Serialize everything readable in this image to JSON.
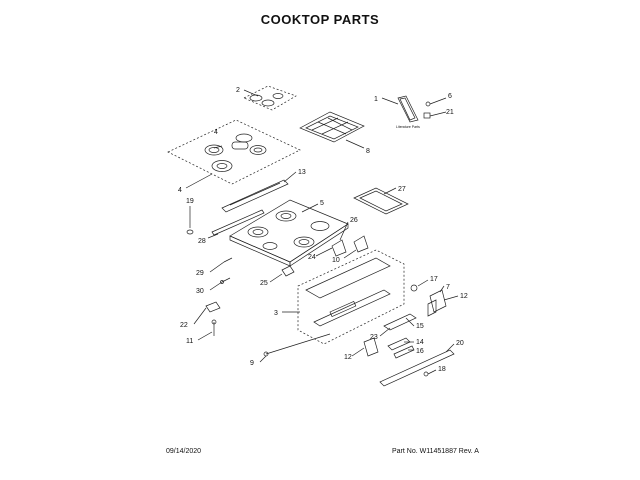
{
  "title": "COOKTOP PARTS",
  "footer": {
    "date": "09/14/2020",
    "part_info": "Part No.  W11451887  Rev. A"
  },
  "parts_note": "Literature Parts",
  "callouts": {
    "c1": "1",
    "c2": "2",
    "c3": "3",
    "c4a": "4",
    "c4b": "4",
    "c5": "5",
    "c6": "6",
    "c7": "7",
    "c8": "8",
    "c9": "9",
    "c10": "10",
    "c11": "11",
    "c12a": "12",
    "c12b": "12",
    "c13": "13",
    "c14": "14",
    "c15": "15",
    "c16": "16",
    "c17": "17",
    "c18": "18",
    "c19": "19",
    "c20": "20",
    "c21": "21",
    "c22": "22",
    "c23": "23",
    "c24": "24",
    "c25": "25",
    "c26": "26",
    "c27": "27",
    "c28": "28",
    "c29": "29",
    "c30": "30"
  }
}
